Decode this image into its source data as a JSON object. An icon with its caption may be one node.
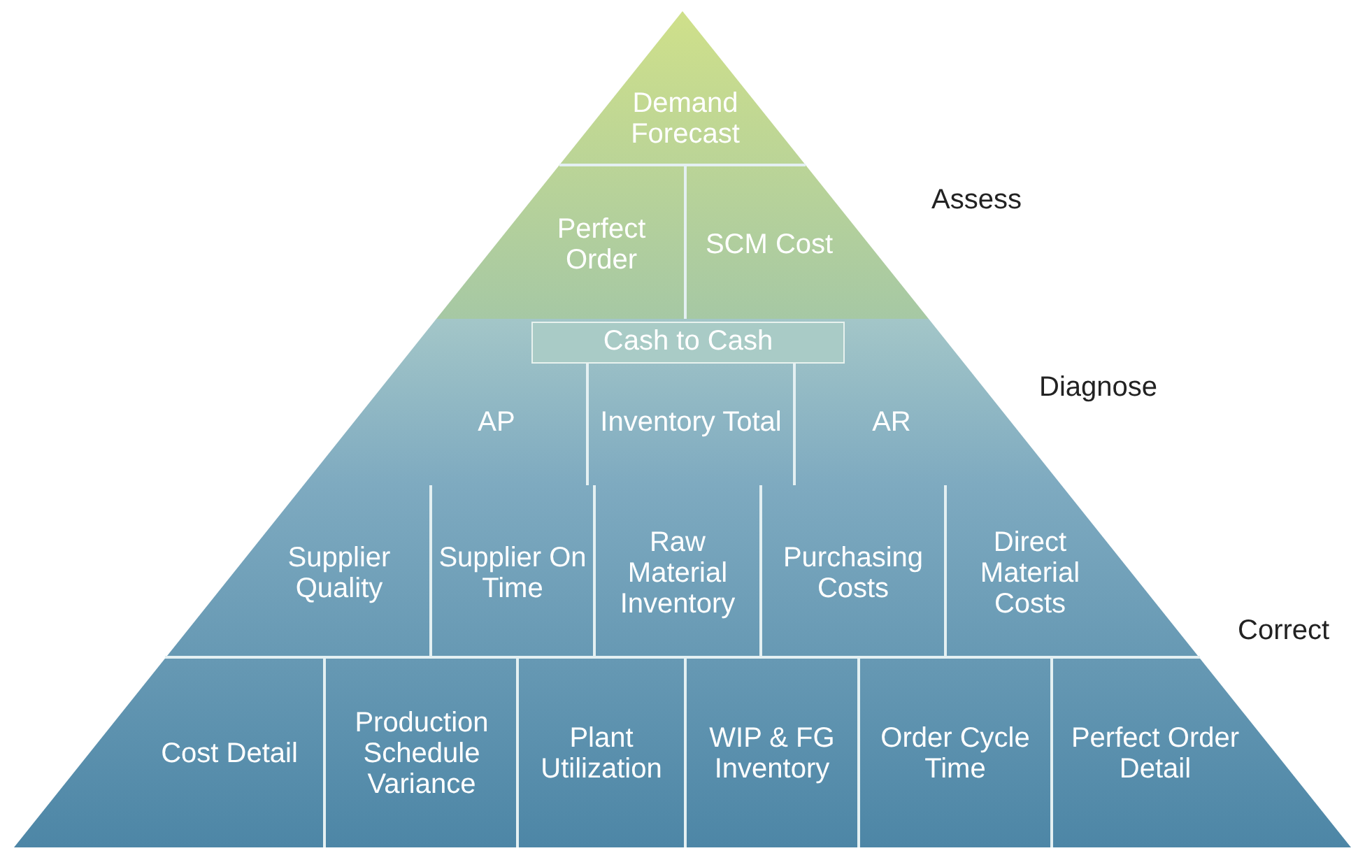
{
  "diagram": {
    "nodes": [
      {
        "text": [
          "Assess"
        ]
      },
      {
        "text": [
          "Demand Forecast"
        ],
        "in": 0
      },
      {
        "text": [
          "Perfect Order"
        ],
        "in": 0
      },
      {
        "text": [
          "SCM Cost"
        ],
        "in": 0
      },
      {
        "text": [
          "Diagnose"
        ]
      },
      {
        "text": [
          "Cash to Cash"
        ],
        "in": 4
      },
      {
        "text": [
          "AP"
        ],
        "in": 4
      },
      {
        "text": [
          "Inventory Total"
        ],
        "in": 4
      },
      {
        "text": [
          "AR"
        ],
        "in": 4
      },
      {
        "text": [
          "Correct"
        ]
      },
      {
        "text": [
          "Supplier Quality"
        ],
        "in": 9
      },
      {
        "text": [
          "Supplier On Time"
        ],
        "in": 9
      },
      {
        "text": [
          "Raw Material Inventory"
        ],
        "in": 9
      },
      {
        "text": [
          "Purchasing Costs"
        ],
        "in": 9
      },
      {
        "text": [
          "Direct Material Costs"
        ],
        "in": 9
      },
      {
        "text": [
          "Cost Detail"
        ],
        "in": 9
      },
      {
        "text": [
          "Production Schedule Variance"
        ],
        "in": 9
      },
      {
        "text": [
          "Plant Utilization"
        ],
        "in": 9
      },
      {
        "text": [
          "WIP & FG Inventory"
        ],
        "in": 9
      },
      {
        "text": [
          "Order Cycle Time"
        ],
        "in": 9
      },
      {
        "text": [
          "Perfect Order Detail"
        ],
        "in": 9
      }
    ]
  }
}
